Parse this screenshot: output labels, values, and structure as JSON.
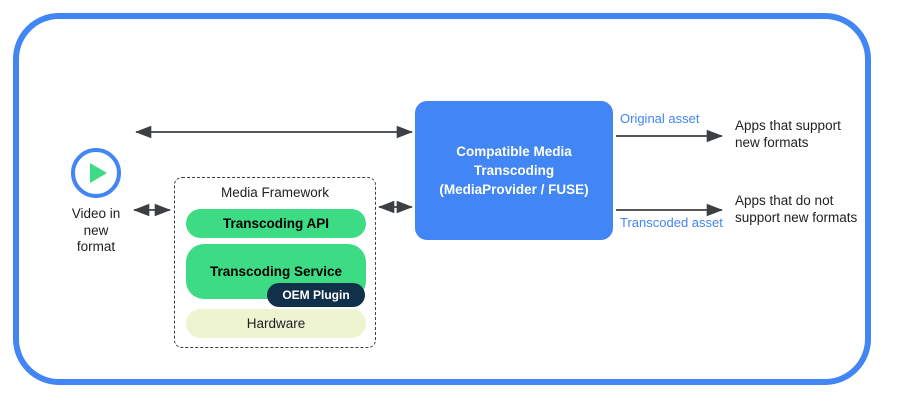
{
  "frame": {
    "border_color": "#4285f4"
  },
  "video_source": {
    "icon": "play-circle-icon",
    "label": "Video in\nnew\nformat",
    "ring_color": "#4285f4",
    "triangle_color": "#3ddc84"
  },
  "media_framework": {
    "title": "Media Framework",
    "border_style": "dashed",
    "layers": [
      {
        "id": "transcoding-api",
        "label": "Transcoding API",
        "color": "#3ddc84",
        "text_color": "#000000"
      },
      {
        "id": "transcoding-service",
        "label": "Transcoding Service",
        "color": "#3ddc84",
        "text_color": "#000000"
      },
      {
        "id": "hardware",
        "label": "Hardware",
        "color": "#eef3d0",
        "text_color": "#202124"
      }
    ],
    "badge": {
      "id": "oem-plugin",
      "label": "OEM Plugin",
      "color": "#11304a",
      "text_color": "#ffffff"
    }
  },
  "cmt_box": {
    "label": "Compatible Media\nTranscoding\n(MediaProvider / FUSE)",
    "color": "#4285f4",
    "text_color": "#ffffff"
  },
  "connections": {
    "video_to_framework": {
      "name": "video-to-framework-arrow",
      "type": "double-headed"
    },
    "framework_to_cmt": {
      "name": "framework-to-cmt-arrow",
      "type": "double-headed"
    },
    "video_to_cmt": {
      "name": "video-to-cmt-arrow",
      "type": "double-headed"
    },
    "cmt_to_apps_support": {
      "name": "original-asset-arrow",
      "type": "single-headed"
    },
    "cmt_to_apps_no_support": {
      "name": "transcoded-asset-arrow",
      "type": "single-headed"
    }
  },
  "outputs": {
    "original_asset": "Original asset",
    "transcoded_asset": "Transcoded asset",
    "apps_support": "Apps that support\nnew formats",
    "apps_no_support": "Apps that do not\nsupport new formats",
    "asset_label_color": "#4285f4",
    "apps_label_color": "#202124"
  }
}
